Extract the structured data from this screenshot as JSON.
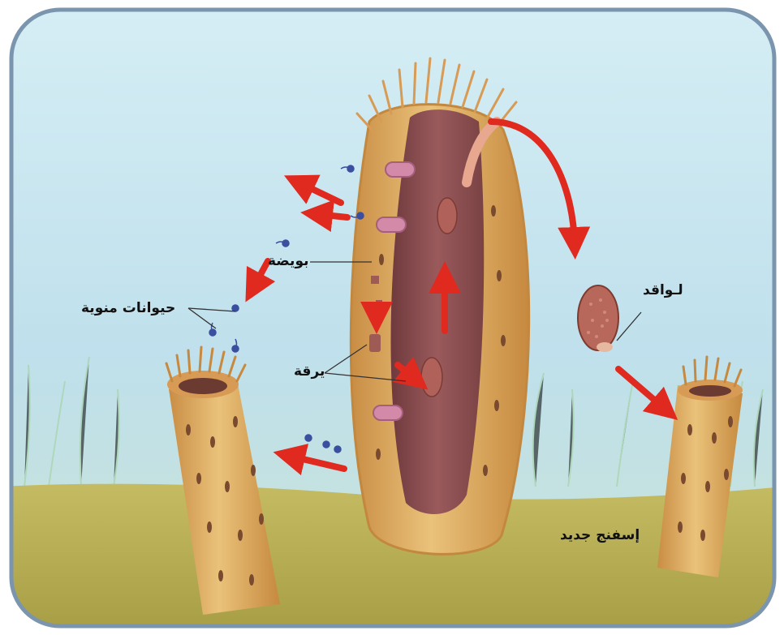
{
  "labels": {
    "egg": "بويضة",
    "sperm": "حيوانات منوية",
    "larva": "يرقة",
    "swimming_larva": "لـواقد",
    "new_sponge": "إسفنج جديد"
  },
  "colors": {
    "sky": "#bfe0ec",
    "ground": "#b6ad52",
    "sponge_body": "#e3b56d",
    "cavity": "#8c5052",
    "arrow": "#e02a1f",
    "sperm_cell": "#3a4fa0"
  }
}
